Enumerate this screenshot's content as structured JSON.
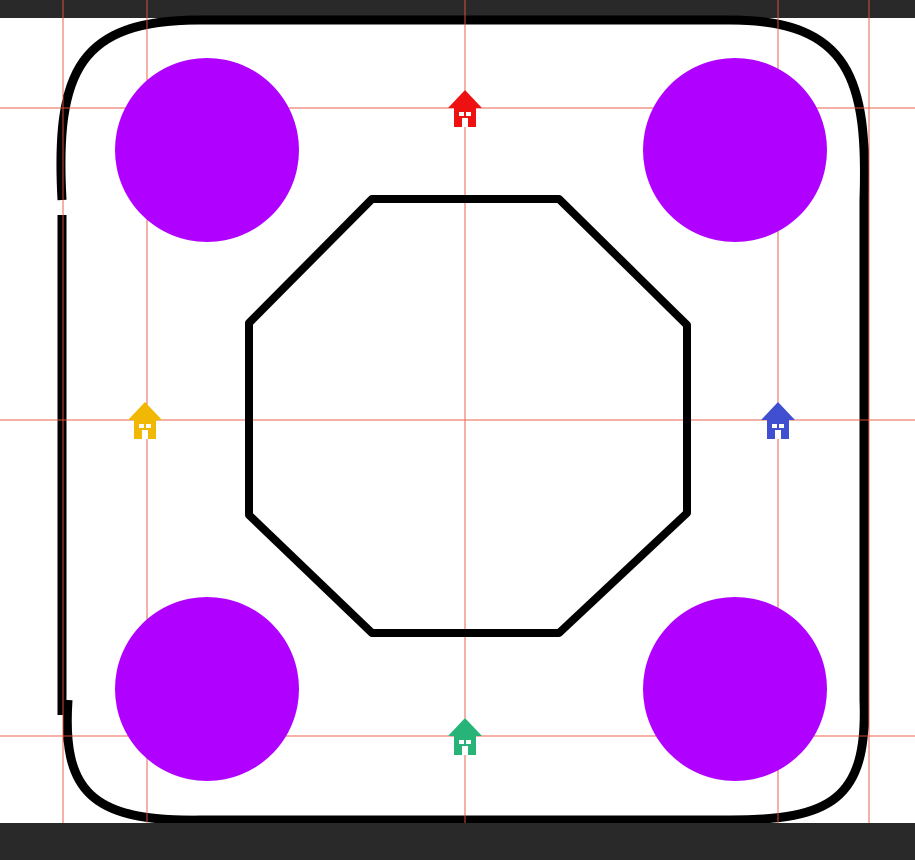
{
  "colors": {
    "frame_bar": "#292929",
    "track": "#000000",
    "board_bg": "#ffffff",
    "pad": "#b000ff",
    "grid_line": "#e8533f"
  },
  "pads": [
    {
      "id": "top-left"
    },
    {
      "id": "top-right"
    },
    {
      "id": "bottom-left"
    },
    {
      "id": "bottom-right"
    }
  ],
  "houses": [
    {
      "id": "red",
      "color": "#ee1111",
      "icon": "house-icon"
    },
    {
      "id": "yellow",
      "color": "#f0b800",
      "icon": "house-icon"
    },
    {
      "id": "blue",
      "color": "#3f4fd0",
      "icon": "house-icon"
    },
    {
      "id": "green",
      "color": "#28b478",
      "icon": "house-icon"
    }
  ]
}
